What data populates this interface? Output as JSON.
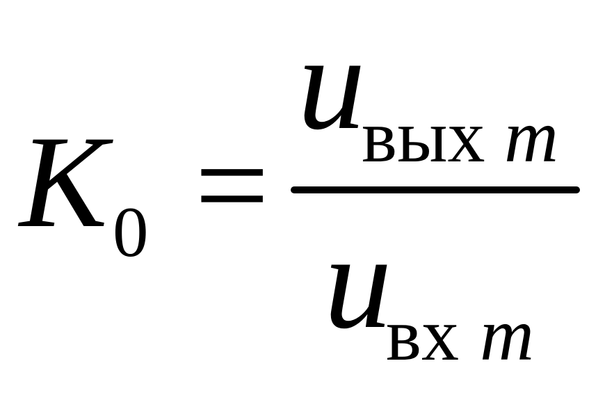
{
  "formula": {
    "lhs": {
      "symbol": "K",
      "subscript": "0"
    },
    "equals": "=",
    "numerator": {
      "symbol": "u",
      "subscript": "вых",
      "subscript_var": "m"
    },
    "denominator": {
      "symbol": "u",
      "subscript": "вх",
      "subscript_var": "m"
    }
  }
}
